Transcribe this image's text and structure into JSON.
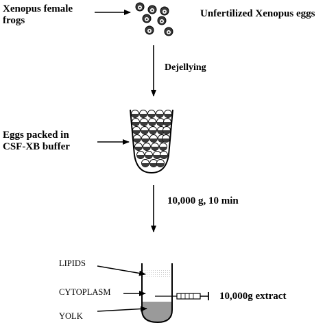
{
  "labels": {
    "frogs_line1": "Xenopus female",
    "frogs_line2": "frogs",
    "unfertilized": "Unfertilized Xenopus eggs",
    "dejellying": "Dejellying",
    "packed_line1": "Eggs packed in",
    "packed_line2": "CSF-XB buffer",
    "spin": "10,000 g, 10 min",
    "lipids": "LIPIDS",
    "cytoplasm": "CYTOPLASM",
    "yolk": "YOLK",
    "extract": "10,000g  extract"
  },
  "colors": {
    "ink": "#000000",
    "egg_dark": "#3a3a3a",
    "yolk_fill": "#9a9a9a",
    "lipid_dots": "#bdbdbd"
  }
}
